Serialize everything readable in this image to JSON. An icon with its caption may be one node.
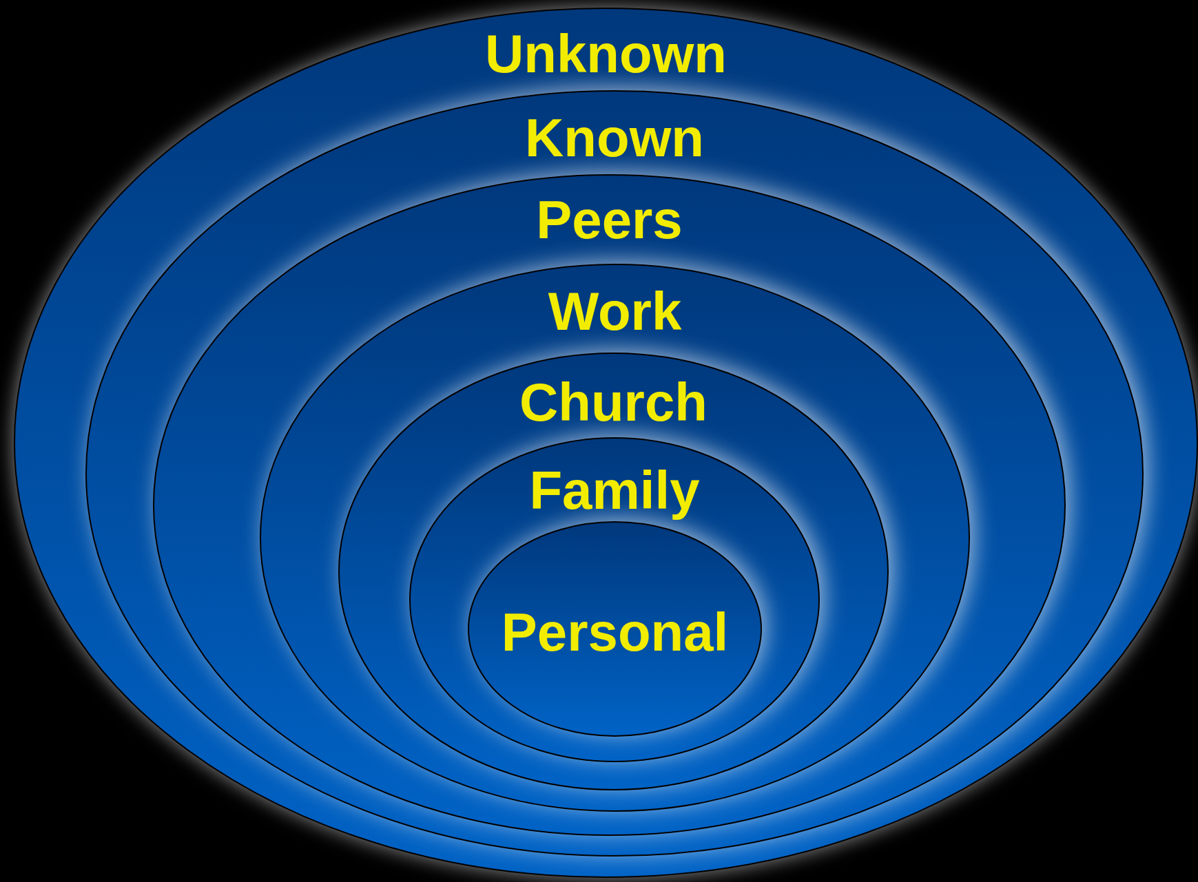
{
  "diagram": {
    "nodes": [
      {
        "text": [
          "Unknown"
        ]
      },
      {
        "text": [
          "Known"
        ],
        "in": 0
      },
      {
        "text": [
          "Peers"
        ],
        "in": 1
      },
      {
        "text": [
          "Work"
        ],
        "in": 2
      },
      {
        "text": [
          "Church"
        ],
        "in": 3
      },
      {
        "text": [
          "Family"
        ],
        "in": 4
      },
      {
        "text": [
          "Personal"
        ],
        "in": 5
      }
    ],
    "edges": []
  }
}
